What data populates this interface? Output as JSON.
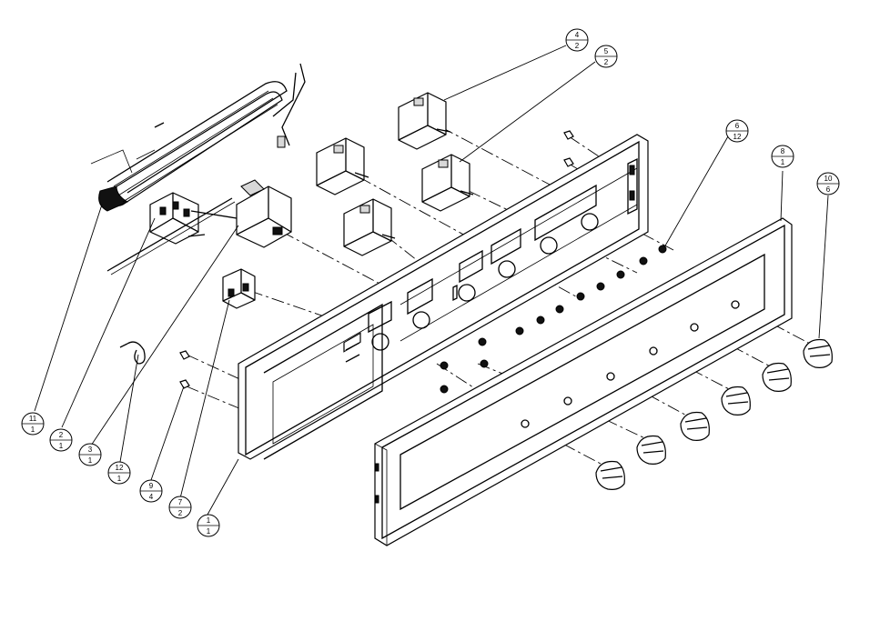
{
  "callouts": [
    {
      "id": "c4",
      "top": "4",
      "bottom": "2"
    },
    {
      "id": "c5",
      "top": "5",
      "bottom": "2"
    },
    {
      "id": "c6",
      "top": "6",
      "bottom": "12"
    },
    {
      "id": "c8",
      "top": "8",
      "bottom": "1"
    },
    {
      "id": "c10",
      "top": "10",
      "bottom": "6"
    },
    {
      "id": "c11",
      "top": "11",
      "bottom": "1"
    },
    {
      "id": "c2",
      "top": "2",
      "bottom": "1"
    },
    {
      "id": "c3",
      "top": "3",
      "bottom": "1"
    },
    {
      "id": "c12",
      "top": "12",
      "bottom": "1"
    },
    {
      "id": "c9",
      "top": "9",
      "bottom": "4"
    },
    {
      "id": "c7",
      "top": "7",
      "bottom": "2"
    },
    {
      "id": "c1",
      "top": "1",
      "bottom": "1"
    }
  ],
  "colors": {
    "line": "#000000",
    "background": "#ffffff",
    "shade": "#d8d8d8"
  }
}
